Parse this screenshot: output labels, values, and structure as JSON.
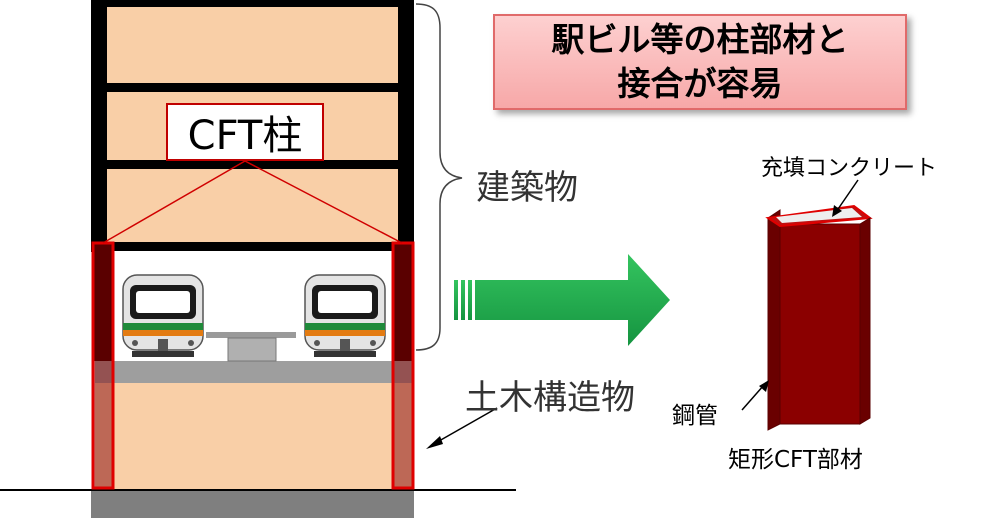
{
  "callout": {
    "line1": "駅ビル等の柱部材と",
    "line2": "接合が容易"
  },
  "labels": {
    "cft_column": "CFT柱",
    "building": "建築物",
    "civil_structure": "土木構造物",
    "fill_concrete": "充填コンクリート",
    "steel_pipe": "鋼管",
    "rect_cft_member": "矩形CFT部材"
  },
  "colors": {
    "floor_fill": "#f9cfa7",
    "frame": "#000000",
    "column_red": "#e00000",
    "arrow_green": "#1aa64a",
    "member_red": "#8b0000",
    "platform_gray": "#9e9e9e"
  }
}
